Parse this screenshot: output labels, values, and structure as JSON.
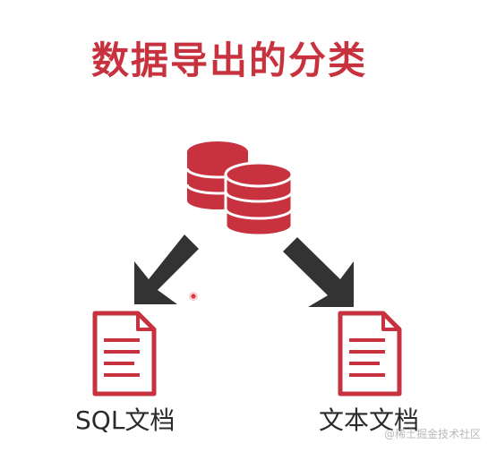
{
  "title": "数据导出的分类",
  "labels": {
    "sql_doc": "SQL文档",
    "text_doc": "文本文档"
  },
  "watermark": "@稀土掘金技术社区",
  "icons": {
    "database": "database-icon",
    "arrow_left": "arrow-down-left-icon",
    "arrow_right": "arrow-down-right-icon",
    "document": "document-icon"
  },
  "colors": {
    "accent": "#c8323f",
    "arrow": "#333333",
    "text": "#2a2a2a",
    "watermark": "#b9b9b9"
  }
}
